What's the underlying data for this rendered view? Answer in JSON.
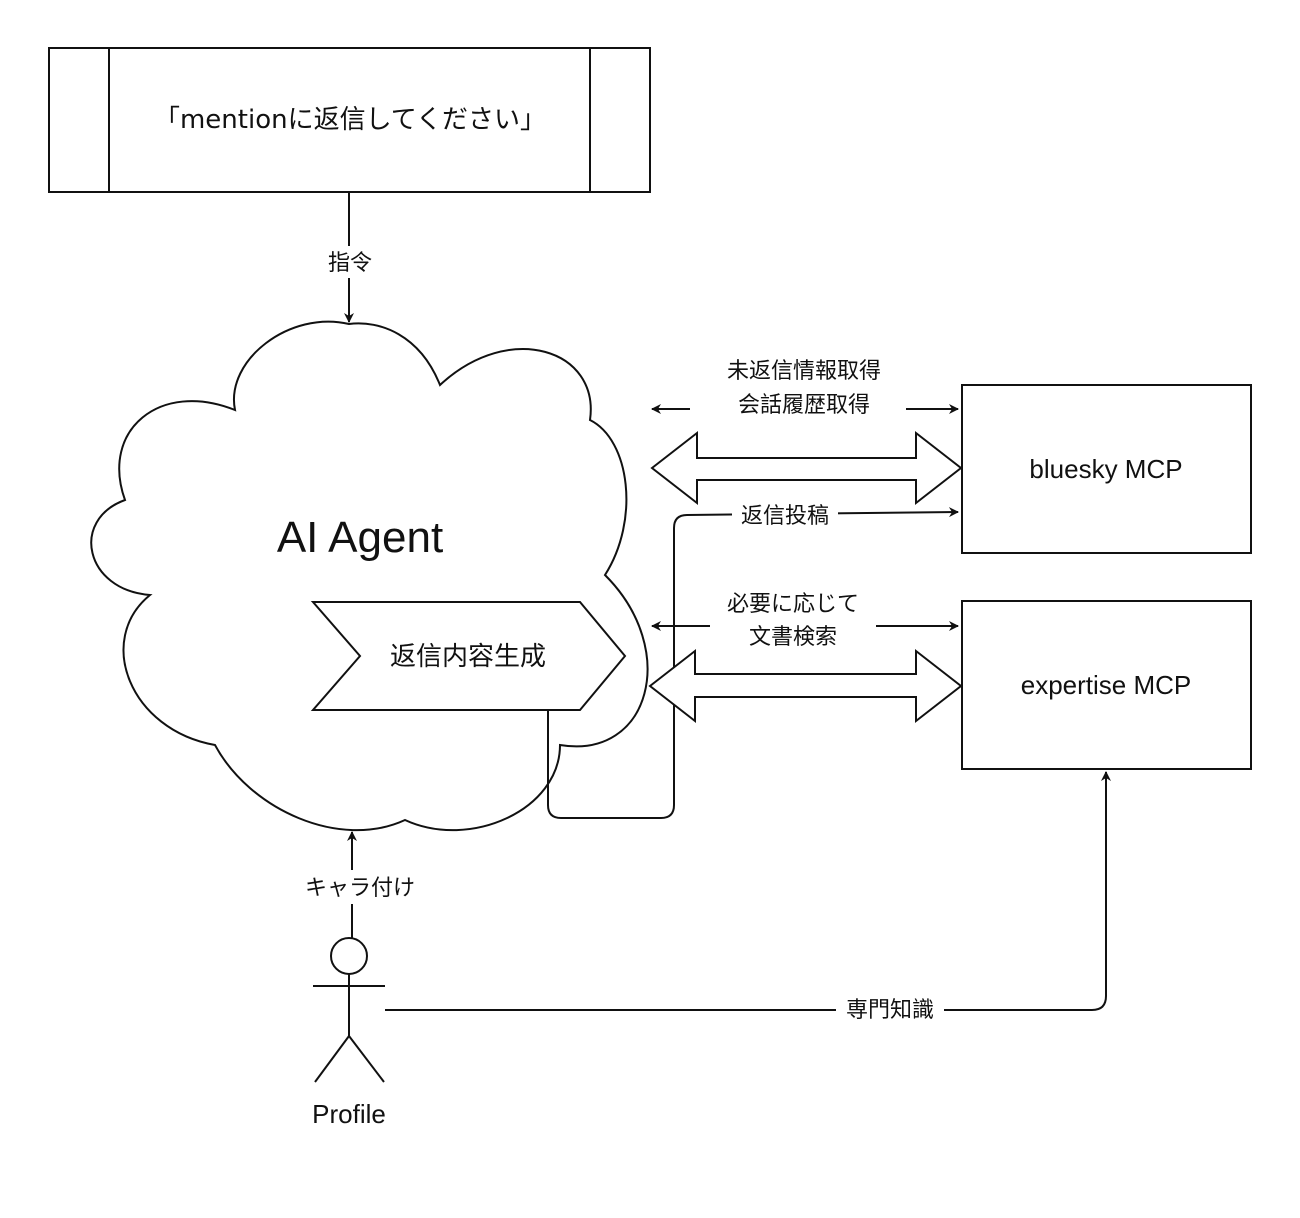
{
  "instruction_box": {
    "text": "「mentionに返信してください」"
  },
  "agent_cloud": {
    "title": "AI Agent",
    "process_label": "返信内容生成"
  },
  "bluesky_box": {
    "label": "bluesky MCP"
  },
  "expertise_box": {
    "label": "expertise MCP"
  },
  "actor": {
    "label": "Profile"
  },
  "edges": {
    "command": "指令",
    "bluesky_fetch_line1": "未返信情報取得",
    "bluesky_fetch_line2": "会話履歴取得",
    "reply_post": "返信投稿",
    "doc_search_line1": "必要に応じて",
    "doc_search_line2": "文書検索",
    "character": "キャラ付け",
    "expertise": "専門知識"
  }
}
